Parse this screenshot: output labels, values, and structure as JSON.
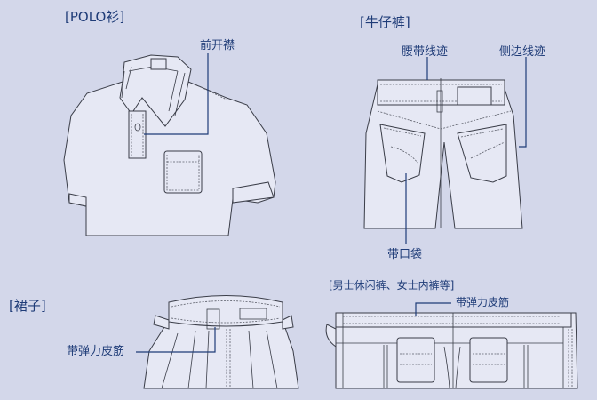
{
  "polo": {
    "title": "[POLO衫]",
    "label_placket": "前开襟"
  },
  "jeans": {
    "title": "[牛仔裤]",
    "label_waistband": "腰带线迹",
    "label_side": "侧边线迹",
    "label_pocket": "带口袋"
  },
  "skirt": {
    "title": "[裙子]",
    "label_elastic": "带弹力皮筋"
  },
  "pants": {
    "title": "[男士休闲裤、女士内裤等]",
    "label_elastic": "带弹力皮筋"
  },
  "colors": {
    "background": "#d3d7ea",
    "garment": "#e6e8f4",
    "text": "#1f3c78"
  }
}
